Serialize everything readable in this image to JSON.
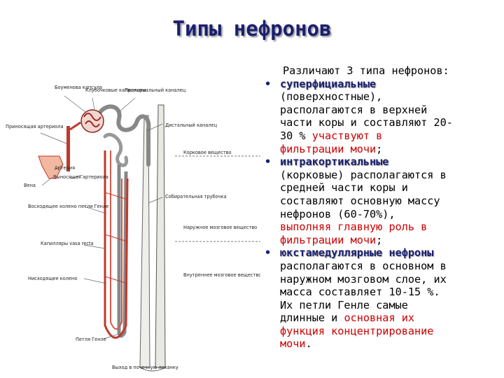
{
  "slide": {
    "title": "Типы нефронов",
    "intro": "Различают 3 типа нефронов:",
    "items": [
      {
        "term": "суперфициальные",
        "lines": [
          "(поверхностные),",
          "располагаются в верхней",
          "части коры и составляют 20-",
          "30 % "
        ],
        "red_lines": [
          "участвуют в",
          "фильтрации мочи"
        ],
        "tail": ";"
      },
      {
        "term": "интракортикальные",
        "lines": [
          "(корковые) располагаются в",
          "средней части коры и",
          "составляют основную массу",
          "нефронов (60-70%),"
        ],
        "red_lines": [
          "выполняя главную роль в",
          "фильтрации мочи"
        ],
        "tail": ";"
      },
      {
        "term": "юкстамедуллярные нефроны",
        "lines": [
          "располагаются в основном в",
          "наружном мозговом слое, их",
          "масса составляет 10-15 %.",
          "Их петли Генле самые",
          "длинные и "
        ],
        "red_lines": [
          "основная их",
          "функция концентрирование",
          "мочи"
        ],
        "tail": "."
      }
    ]
  },
  "diagram_labels": {
    "bowman": "Боуменова капсула",
    "glomerulus": "Клубочковые капилляры",
    "proximal": "Проксимальный каналец",
    "afferent": "Приносящая артериола",
    "distal": "Дистальный каналец",
    "cortex": "Корковое вещество",
    "artery": "Артерия",
    "vein": "Вена",
    "efferent": "Выносящая артериола",
    "collecting": "Собирательная трубочка",
    "ascending": "Восходящее колено петли Генле",
    "outer_medulla": "Наружное мозговое вещество",
    "vasa_recta": "Капилляры vasa recta",
    "descending": "Нисходящее колено",
    "inner_medulla": "Внутреннее мозговое вещество",
    "loop": "Петля Генле",
    "exit": "Выход в почечную лоханку"
  },
  "colors": {
    "title": "#1a1f6e",
    "accent_red": "#cc0000",
    "vessel": "#c0392b",
    "tubule": "#777777"
  }
}
